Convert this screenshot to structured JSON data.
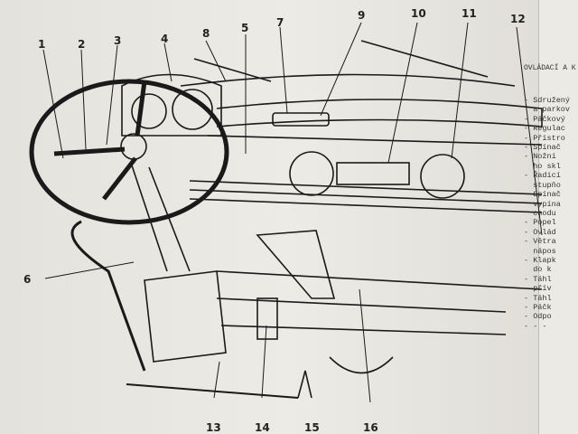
{
  "callouts": [
    "1",
    "2",
    "3",
    "4",
    "5",
    "6",
    "7",
    "8",
    "9",
    "10",
    "11",
    "12",
    "13",
    "14",
    "15",
    "16"
  ],
  "legend": {
    "title": "OVLÁDACÍ A K",
    "lines": [
      "- Sdružený",
      "  a parkov",
      "- Páčkový",
      "- Regulac",
      "- Přístro",
      "- Spínač",
      "- Nožní",
      "  ho skl",
      "- Řadicí",
      "  stupňo",
      "- Spínač",
      "  vypína",
      "  chodu",
      "- Popel",
      "- Ovlád",
      "- Větra",
      "  nápos",
      "- Klapk",
      "  do k",
      "- Táhl",
      "  přív",
      "- Táhl",
      "- Páčk",
      "- Odpo",
      "- - -"
    ]
  }
}
